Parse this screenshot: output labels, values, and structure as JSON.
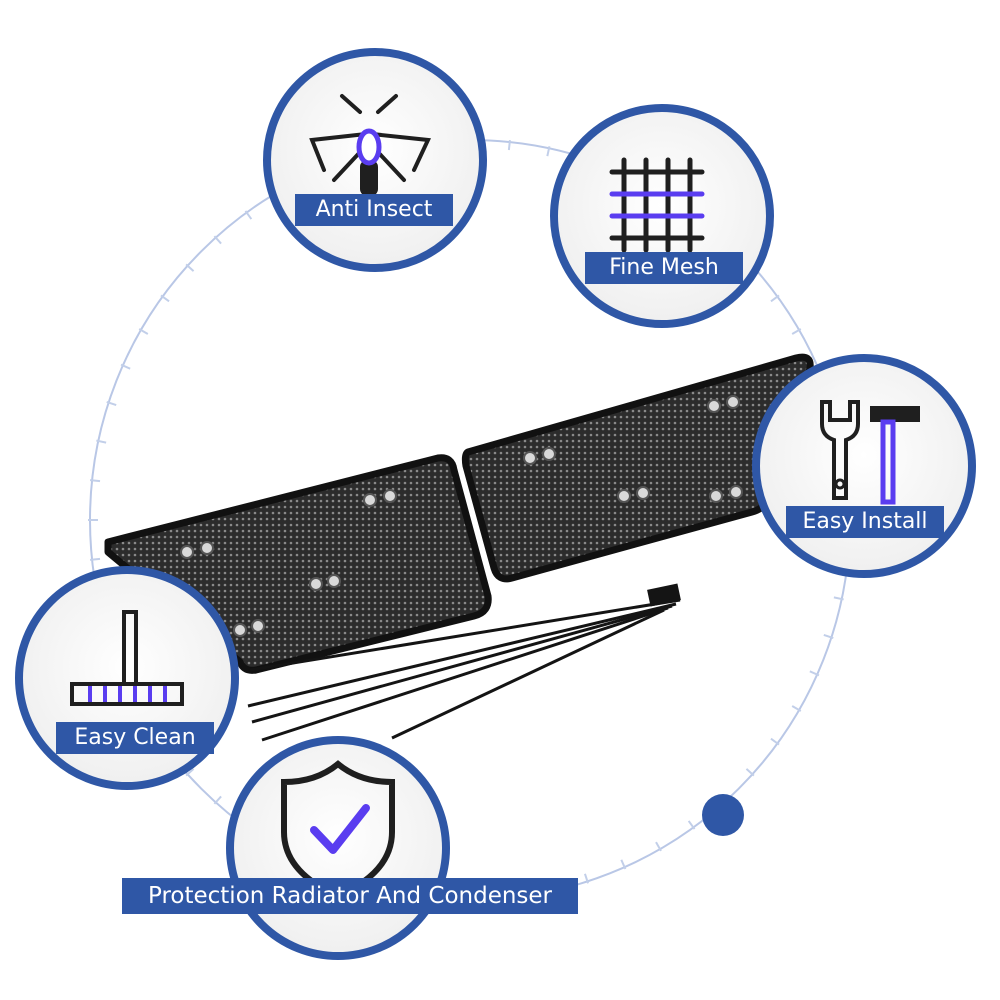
{
  "features": [
    {
      "icon": "insect-icon",
      "label": "Anti Insect"
    },
    {
      "icon": "mesh-grid-icon",
      "label": "Fine Mesh"
    },
    {
      "icon": "wrench-hammer-icon",
      "label": "Easy Install"
    },
    {
      "icon": "brush-icon",
      "label": "Easy Clean"
    },
    {
      "icon": "shield-check-icon",
      "label": "Protection Radiator And Condenser"
    }
  ],
  "colors": {
    "ring_blue": "#2f57a6",
    "accent_purple": "#5a3df0",
    "icon_dark": "#1f1f1f",
    "badge_fill": "#f4f4f4",
    "mesh_dark": "#2b2b2b"
  }
}
